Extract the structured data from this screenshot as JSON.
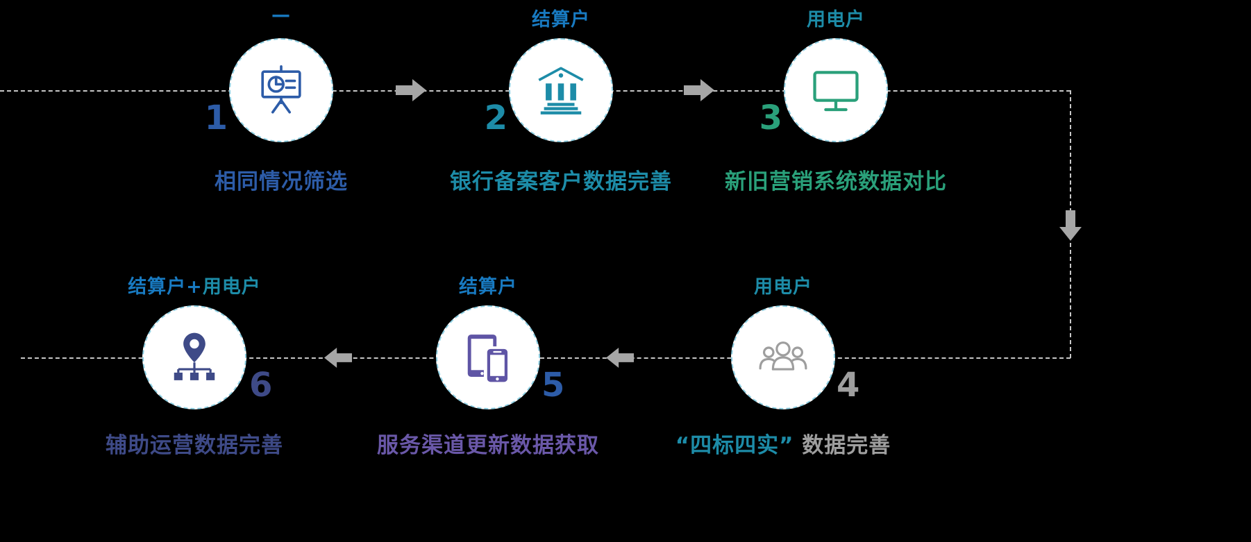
{
  "diagram": {
    "type": "process-flow",
    "flow_order": "1 → 2 → 3 ↓ 4 → 5 → 6",
    "colors": {
      "background": "#000000",
      "dashed_line": "#c7c7c7",
      "circle_border": "#8ecfe2",
      "circle_fill": "#ffffff",
      "arrow": "#a6a6a6",
      "blue": "#2d5ca8",
      "bright_blue": "#187ac1",
      "teal": "#1d8ca8",
      "green": "#2aa07a",
      "gray": "#9e9e9e",
      "purple": "#6a58a8",
      "navy": "#3e4a87"
    },
    "steps": [
      {
        "number": "1",
        "top_label": "—",
        "title": "相同情况筛选",
        "icon": "presentation-chart-icon",
        "theme": "blue"
      },
      {
        "number": "2",
        "top_label": "结算户",
        "title": "银行备案客户数据完善",
        "icon": "bank-icon",
        "theme": "teal"
      },
      {
        "number": "3",
        "top_label": "用电户",
        "title": "新旧营销系统数据对比",
        "icon": "monitor-icon",
        "theme": "green"
      },
      {
        "number": "4",
        "top_label": "用电户",
        "title_part1": "“四标四实”",
        "title_part2": " 数据完善",
        "icon": "people-group-icon",
        "theme": "gray"
      },
      {
        "number": "5",
        "top_label": "结算户",
        "title": "服务渠道更新数据获取",
        "icon": "tablet-phone-icon",
        "theme": "purple"
      },
      {
        "number": "6",
        "top_label_part1": "结算户+",
        "top_label_part2": "用电户",
        "title": "辅助运营数据完善",
        "icon": "map-pin-network-icon",
        "theme": "navy"
      }
    ]
  }
}
